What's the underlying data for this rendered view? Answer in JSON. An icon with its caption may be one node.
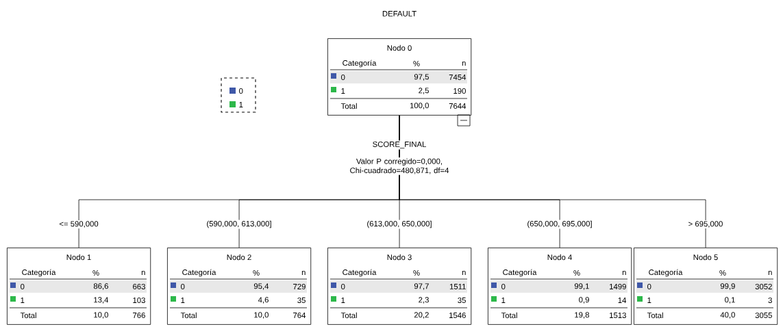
{
  "diagram": {
    "title": "DEFAULT",
    "nodes": [
      {
        "text": [
          "Nodo 0",
          "Categoría",
          "%",
          "n",
          "0",
          "97,5",
          "7454",
          "1",
          "2,5",
          "190",
          "Total",
          "100,0",
          "7644"
        ]
      },
      {
        "text": [
          "Nodo 1",
          "Categoría",
          "%",
          "n",
          "0",
          "86,6",
          "663",
          "1",
          "13,4",
          "103",
          "Total",
          "10,0",
          "766"
        ]
      },
      {
        "text": [
          "Nodo 2",
          "Categoría",
          "%",
          "n",
          "0",
          "95,4",
          "729",
          "1",
          "4,6",
          "35",
          "Total",
          "10,0",
          "764"
        ]
      },
      {
        "text": [
          "Nodo 3",
          "Categoría",
          "%",
          "n",
          "0",
          "97,7",
          "1511",
          "1",
          "2,3",
          "35",
          "Total",
          "20,2",
          "1546"
        ]
      },
      {
        "text": [
          "Nodo 4",
          "Categoría",
          "%",
          "n",
          "0",
          "99,1",
          "1499",
          "1",
          "0,9",
          "14",
          "Total",
          "19,8",
          "1513"
        ]
      },
      {
        "text": [
          "Nodo 5",
          "Categoría",
          "%",
          "n",
          "0",
          "99,9",
          "3052",
          "1",
          "0,1",
          "3",
          "Total",
          "40,0",
          "3055"
        ]
      }
    ],
    "edges": [
      {
        "from": 0,
        "to": 1,
        "arrow": "none",
        "label": "<= 590,000"
      },
      {
        "from": 0,
        "to": 2,
        "arrow": "none",
        "label": "(590,000, 613,000]"
      },
      {
        "from": 0,
        "to": 3,
        "arrow": "none",
        "label": "(613,000, 650,000]"
      },
      {
        "from": 0,
        "to": 4,
        "arrow": "none",
        "label": "(650,000, 695,000]"
      },
      {
        "from": 0,
        "to": 5,
        "arrow": "none",
        "label": "> 695,000"
      }
    ],
    "labels": [
      "SCORE_FINAL",
      "Valor P corregido=0,000, Chi-cuadrado=480,871, df=4"
    ],
    "legend": [
      {
        "text": "0",
        "color": "#3f58a8"
      },
      {
        "text": "1",
        "color": "#2db84a"
      }
    ]
  }
}
